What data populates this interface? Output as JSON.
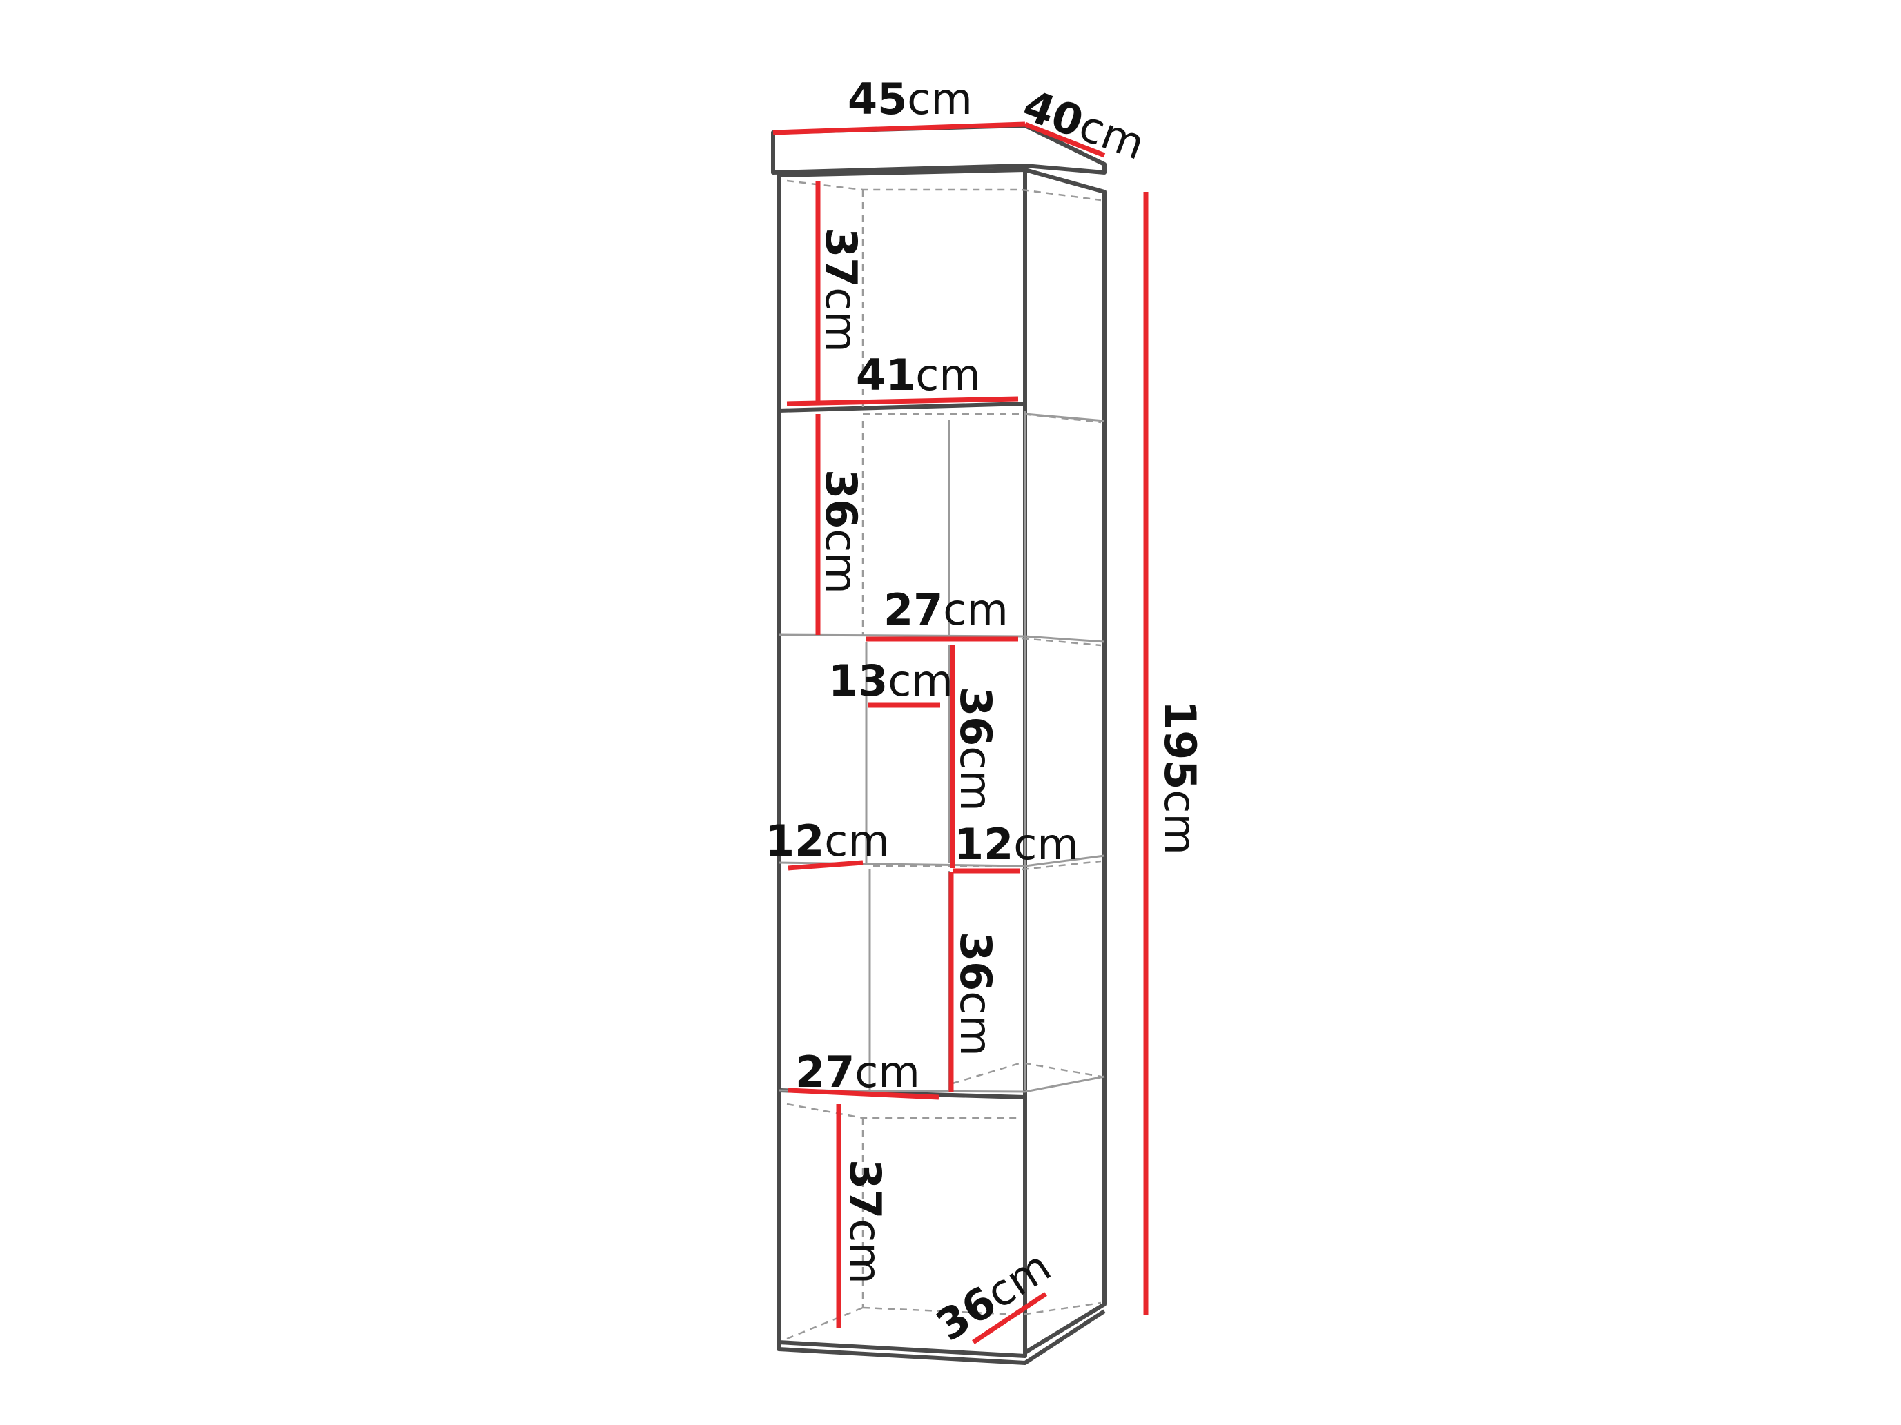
{
  "unit": "cm",
  "colors": {
    "dimension_line": "#e8272c",
    "outline": "#4a4a4a",
    "hidden_line": "#9a9a9a"
  },
  "dimensions": {
    "width": "45",
    "depth": "40",
    "height": "195",
    "top_compartment_height": "37",
    "top_compartment_width": "41",
    "upper_open_height": "36",
    "upper_shelf_width": "27",
    "middle_small_width": "13",
    "middle_open_height": "36",
    "middle_left_width": "12",
    "middle_right_width": "12",
    "lower_open_height": "36",
    "lower_shelf_width": "27",
    "bottom_compartment_height": "37",
    "bottom_depth": "36"
  }
}
